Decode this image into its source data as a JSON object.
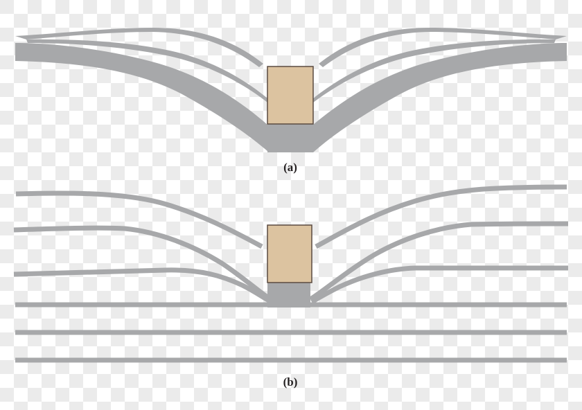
{
  "figure": {
    "panels": [
      {
        "id": "a",
        "caption": "(a)",
        "description": "Layers draped over a block; fibers bundled at the edges, converging beneath the block"
      },
      {
        "id": "b",
        "caption": "(b)",
        "description": "Separate parallel layers bending around a block; lower layers stay flat"
      }
    ],
    "colors": {
      "layer_gray": "#a7a8aa",
      "block_fill": "#dcc3a0",
      "block_stroke": "#5a4a40",
      "checker_light": "#ffffff",
      "checker_dark": "#ebebeb",
      "caption_text": "#231f20"
    }
  }
}
